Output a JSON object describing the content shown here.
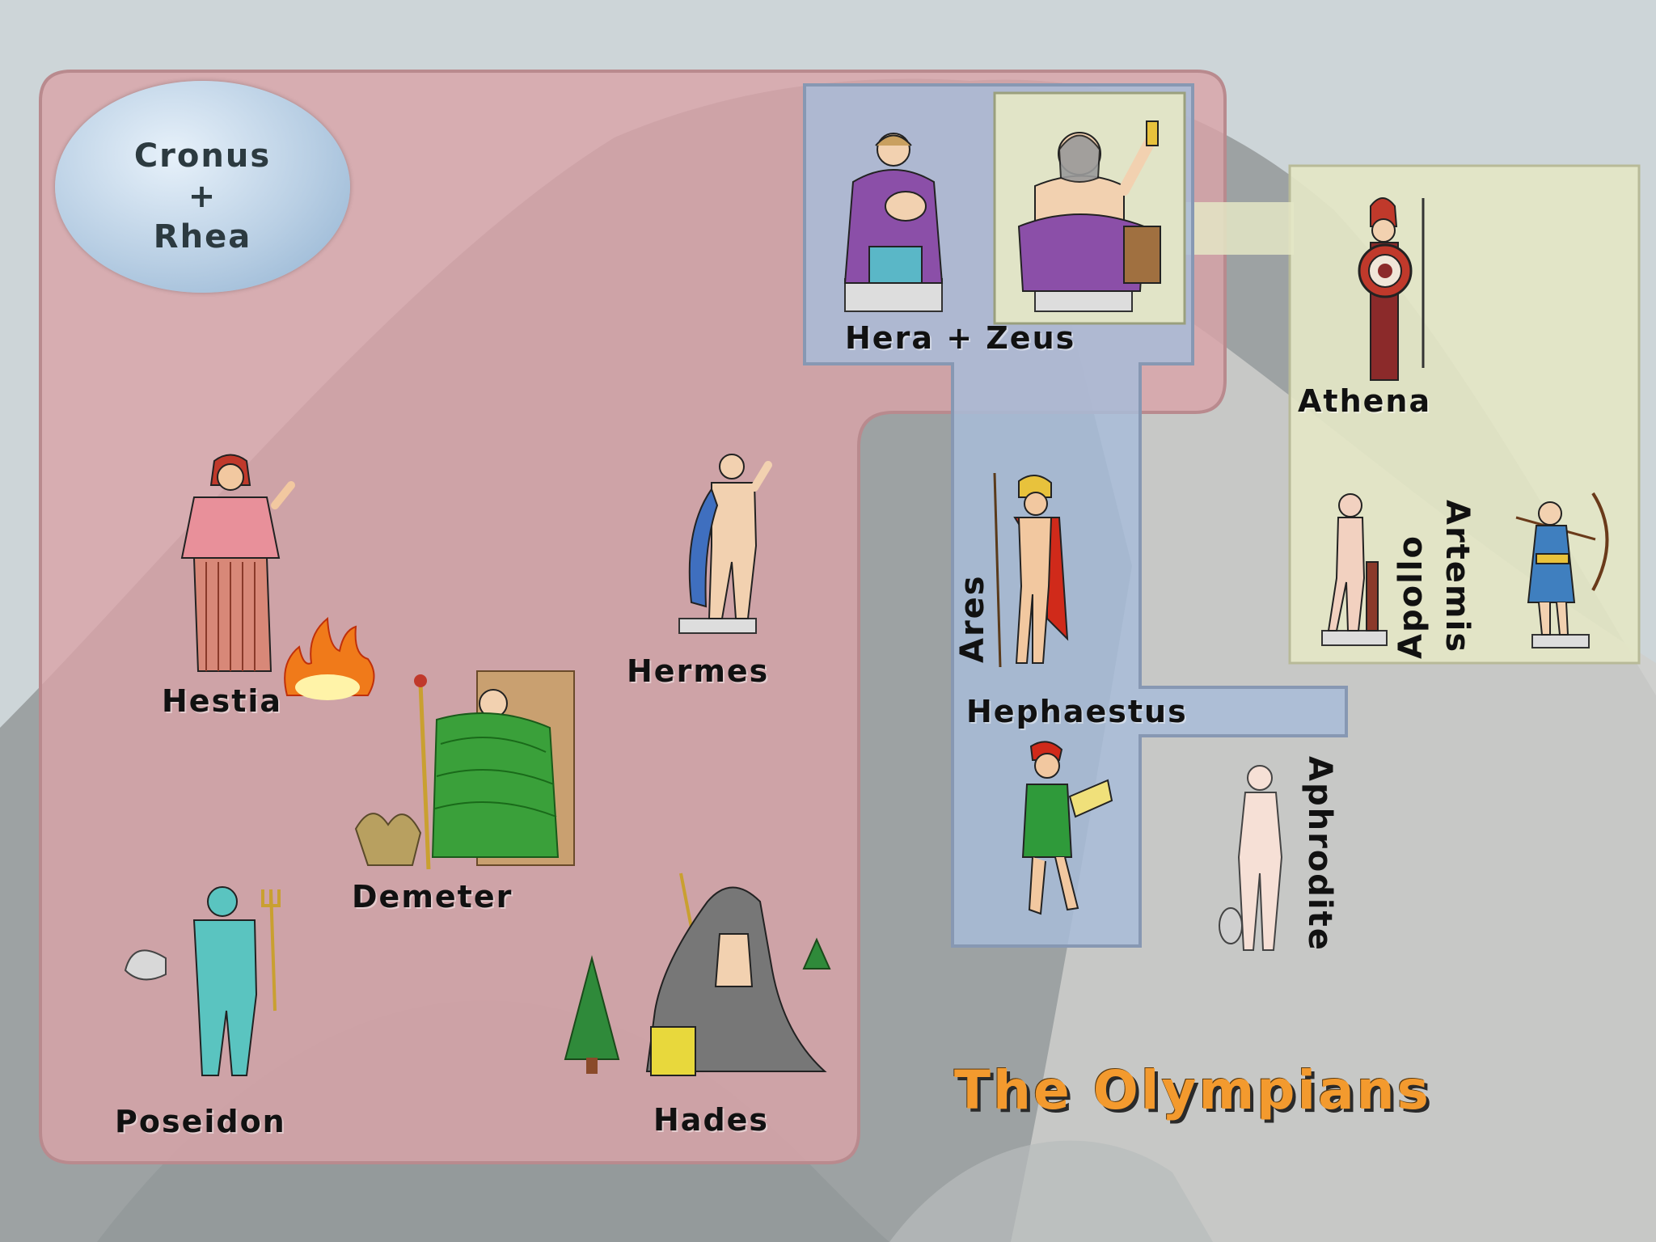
{
  "title": "The Olympians",
  "parents": {
    "line1": "Cronus",
    "line2": "+",
    "line3": "Rhea"
  },
  "couple_label": "Hera + Zeus",
  "first_generation": {
    "hestia": "Hestia",
    "hermes": "Hermes",
    "demeter": "Demeter",
    "poseidon": "Poseidon",
    "hades": "Hades"
  },
  "second_generation": {
    "athena": "Athena",
    "apollo": "Apollo",
    "artemis": "Artemis",
    "ares": "Ares",
    "hephaestus": "Hephaestus",
    "aphrodite": "Aphrodite"
  },
  "colors": {
    "first_generation_panel": "#d9a4a8",
    "hera_zeus_panel": "#a8bcd8",
    "athena_panel": "#e4e6c6",
    "title": "#f39a2e"
  }
}
